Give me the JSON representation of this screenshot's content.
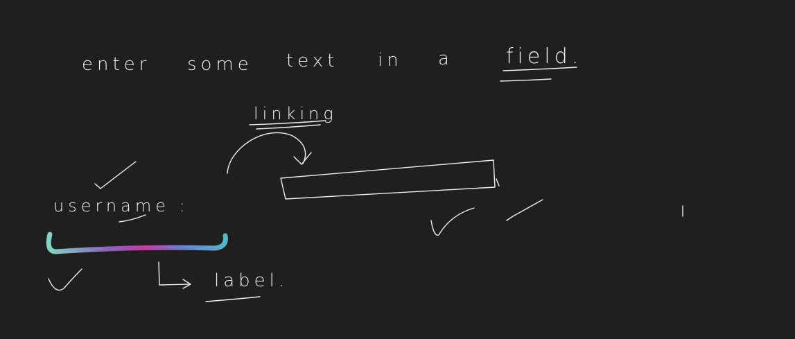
{
  "note": {
    "words": [
      "enter",
      "some",
      "text",
      "in",
      "a",
      "field."
    ],
    "linking": "linking",
    "username": "username :",
    "label": "label."
  },
  "colors": {
    "background": "#201f1e",
    "ink": "#f0f0f0",
    "highlighter": [
      "#7fd6c2",
      "#c33aa6",
      "#6b7fd6",
      "#52b8c9"
    ]
  }
}
